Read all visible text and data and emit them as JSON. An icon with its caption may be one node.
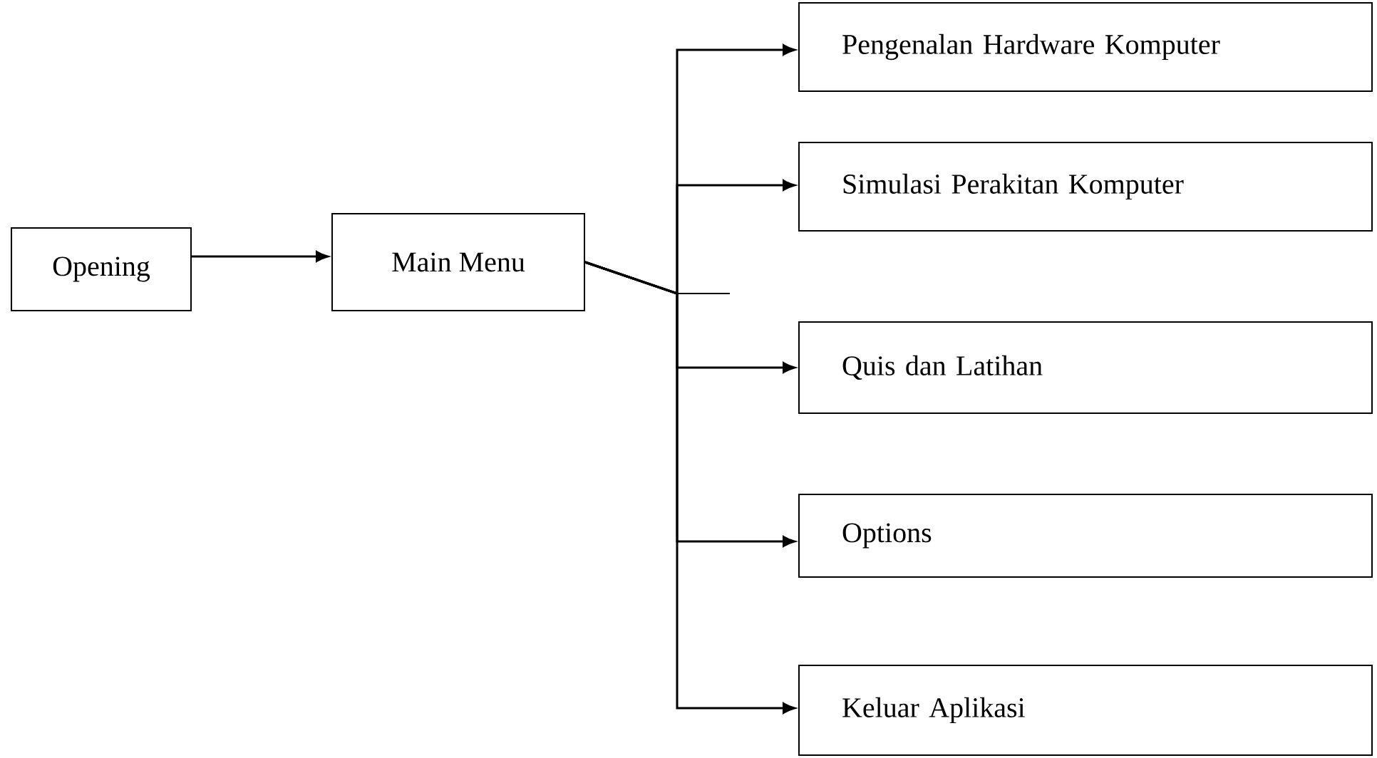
{
  "diagram": {
    "nodes": [
      {
        "text": [
          "Opening"
        ]
      },
      {
        "text": [
          "Main Menu"
        ]
      },
      {
        "text": [
          "Pengenalan Hardware Komputer"
        ]
      },
      {
        "text": [
          "Simulasi Perakitan Komputer"
        ]
      },
      {
        "text": [
          "Quis dan Latihan"
        ]
      },
      {
        "text": [
          "Options"
        ]
      },
      {
        "text": [
          "Keluar Aplikasi"
        ]
      }
    ],
    "edges": [
      {
        "from": 0,
        "to": 1,
        "arrow": "to"
      },
      {
        "from": 1,
        "to": 2,
        "arrow": "to"
      },
      {
        "from": 1,
        "to": 3,
        "arrow": "to"
      },
      {
        "from": 1,
        "to": 4,
        "arrow": "to"
      },
      {
        "from": 1,
        "to": 5,
        "arrow": "to"
      },
      {
        "from": 1,
        "to": 6,
        "arrow": "to"
      }
    ]
  }
}
